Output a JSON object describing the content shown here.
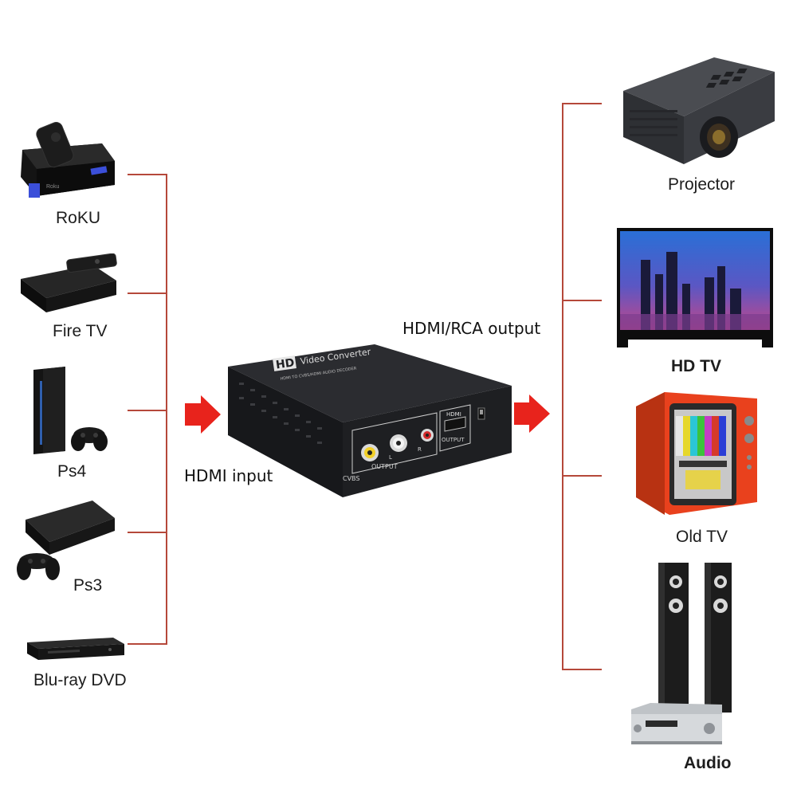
{
  "colors": {
    "connector": "#b5483a",
    "arrow": "#e8231c",
    "device": "#1e1f22",
    "tv_case": "#e9411d"
  },
  "converter": {
    "logo": "HD",
    "brand_line": "Video Converter",
    "sub_line": "HDMI TO CVBS/HDMI AUDIO DECODER",
    "port_labels": {
      "cvbs": "CVBS",
      "l": "L",
      "r": "R",
      "output": "OUTPUT",
      "hdmi": "HDMI",
      "hdmi_output": "OUTPUT"
    },
    "icons": [
      "rca-jack-icon",
      "hdmi-port-icon",
      "switch-icon"
    ]
  },
  "flow": {
    "input_label": "HDMI input",
    "output_label": "HDMI/RCA output"
  },
  "sources": [
    {
      "name": "RoKU",
      "icon": "roku-box-icon"
    },
    {
      "name": "Fire TV",
      "icon": "fire-tv-box-icon"
    },
    {
      "name": "Ps4",
      "icon": "ps4-console-icon"
    },
    {
      "name": "Ps3",
      "icon": "ps3-console-icon"
    },
    {
      "name": "Blu-ray DVD",
      "icon": "bluray-player-icon"
    }
  ],
  "outputs": [
    {
      "name": "Projector",
      "icon": "projector-icon"
    },
    {
      "name": "HD TV",
      "icon": "hd-tv-icon"
    },
    {
      "name": "Old TV",
      "icon": "old-tv-icon"
    },
    {
      "name": "Audio",
      "icon": "audio-system-icon"
    }
  ]
}
